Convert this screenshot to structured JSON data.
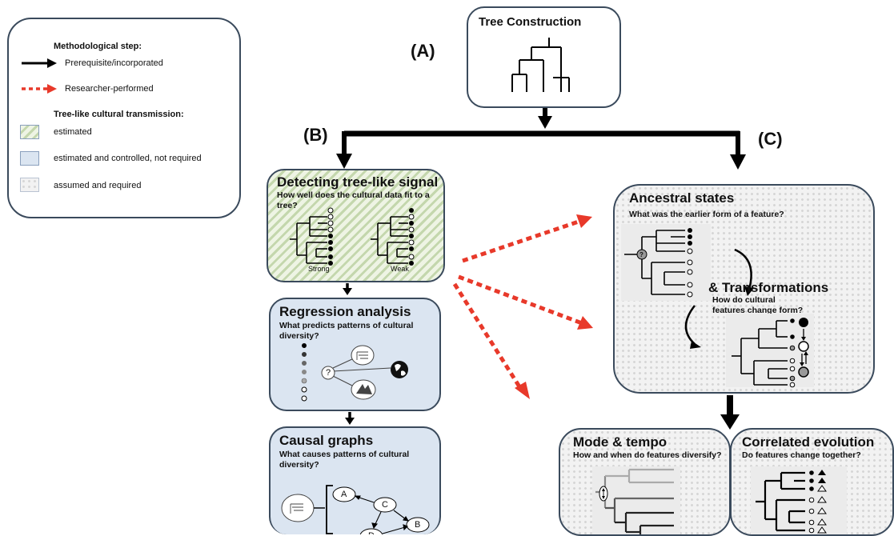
{
  "legend": {
    "methodological_heading": "Methodological step:",
    "prerequisite_label": "Prerequisite/incorporated",
    "researcher_label": "Researcher-performed",
    "transmission_heading": "Tree-like cultural transmission:",
    "estimated_label": "estimated",
    "controlled_label": "estimated and controlled, not required",
    "assumed_label": "assumed and required",
    "colors": {
      "arrow_black": "#000000",
      "arrow_red": "#e8392a",
      "hatch_green": "#c4d7ad",
      "blue_fill": "#dbe5f1",
      "dotted_gray": "#f2f2f2"
    }
  },
  "labels": {
    "a": "(A)",
    "b": "(B)",
    "c": "(C)"
  },
  "tree_construction": {
    "title": "Tree Construction"
  },
  "detecting": {
    "title": "Detecting tree-like signal",
    "question": "How well does the cultural data fit to a tree?",
    "strong_label": "Strong",
    "weak_label": "Weak"
  },
  "regression": {
    "title": "Regression analysis",
    "question": "What predicts patterns of cultural diversity?",
    "unknown_symbol": "?"
  },
  "causal": {
    "title": "Causal graphs",
    "question": "What causes patterns of cultural diversity?",
    "nodes": [
      "A",
      "C",
      "D",
      "B"
    ]
  },
  "ancestral": {
    "title": "Ancestral states",
    "question": "What was the earlier form of a feature?",
    "unknown_symbol": "?"
  },
  "transformations": {
    "title": "& Transformations",
    "question": "How do cultural features change form?"
  },
  "mode_tempo": {
    "title": "Mode & tempo",
    "question": "How and when do features diversify?"
  },
  "correlated": {
    "title": "Correlated evolution",
    "question": "Do features change together?"
  }
}
